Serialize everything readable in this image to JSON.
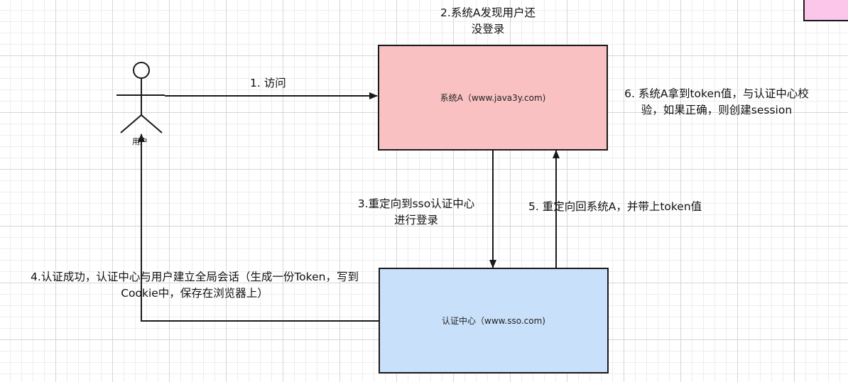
{
  "nodes": {
    "system_a": {
      "label": "系统A（www.java3y.com)",
      "color": "#f9c1c2"
    },
    "sso_center": {
      "label": "认证中心（www.sso.com)",
      "color": "#c9e0fa"
    },
    "corner_shape": {
      "color": "#fbc6ea"
    },
    "user": {
      "label": "用户"
    }
  },
  "edges": {
    "step1": {
      "label": "1.  访问"
    },
    "step2": {
      "line1": "2.系统A发现用户还",
      "line2": "没登录"
    },
    "step3": {
      "line1": "3.重定向到sso认证中心",
      "line2": "进行登录"
    },
    "step4": {
      "line1": "4.认证成功，认证中心与用户建立全局会话（生成一份Token，写到",
      "line2": "Cookie中，保存在浏览器上）"
    },
    "step5": {
      "label": "5. 重定向回系统A，并带上token值"
    },
    "step6": {
      "line1": "6. 系统A拿到token值，与认证中心校",
      "line2": "验，如果正确，则创建session"
    }
  }
}
